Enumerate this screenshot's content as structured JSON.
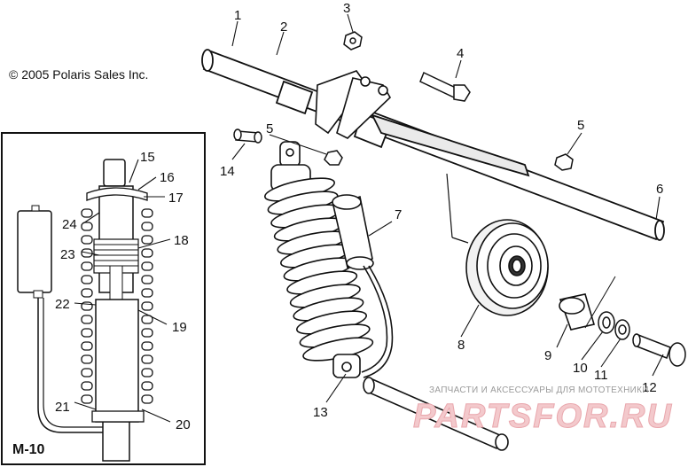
{
  "copyright": "© 2005 Polaris Sales Inc.",
  "inset_model": "M-10",
  "watermark": {
    "caption": "ЗАПЧАСТИ И АКСЕССУАРЫ ДЛЯ МОТОТЕХНИКИ",
    "brand": "PARTSFOR.RU"
  },
  "callouts": {
    "c1": "1",
    "c2": "2",
    "c3": "3",
    "c4": "4",
    "c5a": "5",
    "c5b": "5",
    "c6": "6",
    "c7": "7",
    "c8": "8",
    "c9": "9",
    "c10": "10",
    "c11": "11",
    "c12": "12",
    "c13": "13",
    "c14": "14",
    "c15": "15",
    "c16": "16",
    "c17": "17",
    "c18": "18",
    "c19": "19",
    "c20": "20",
    "c21": "21",
    "c22": "22",
    "c23": "23",
    "c24": "24"
  }
}
